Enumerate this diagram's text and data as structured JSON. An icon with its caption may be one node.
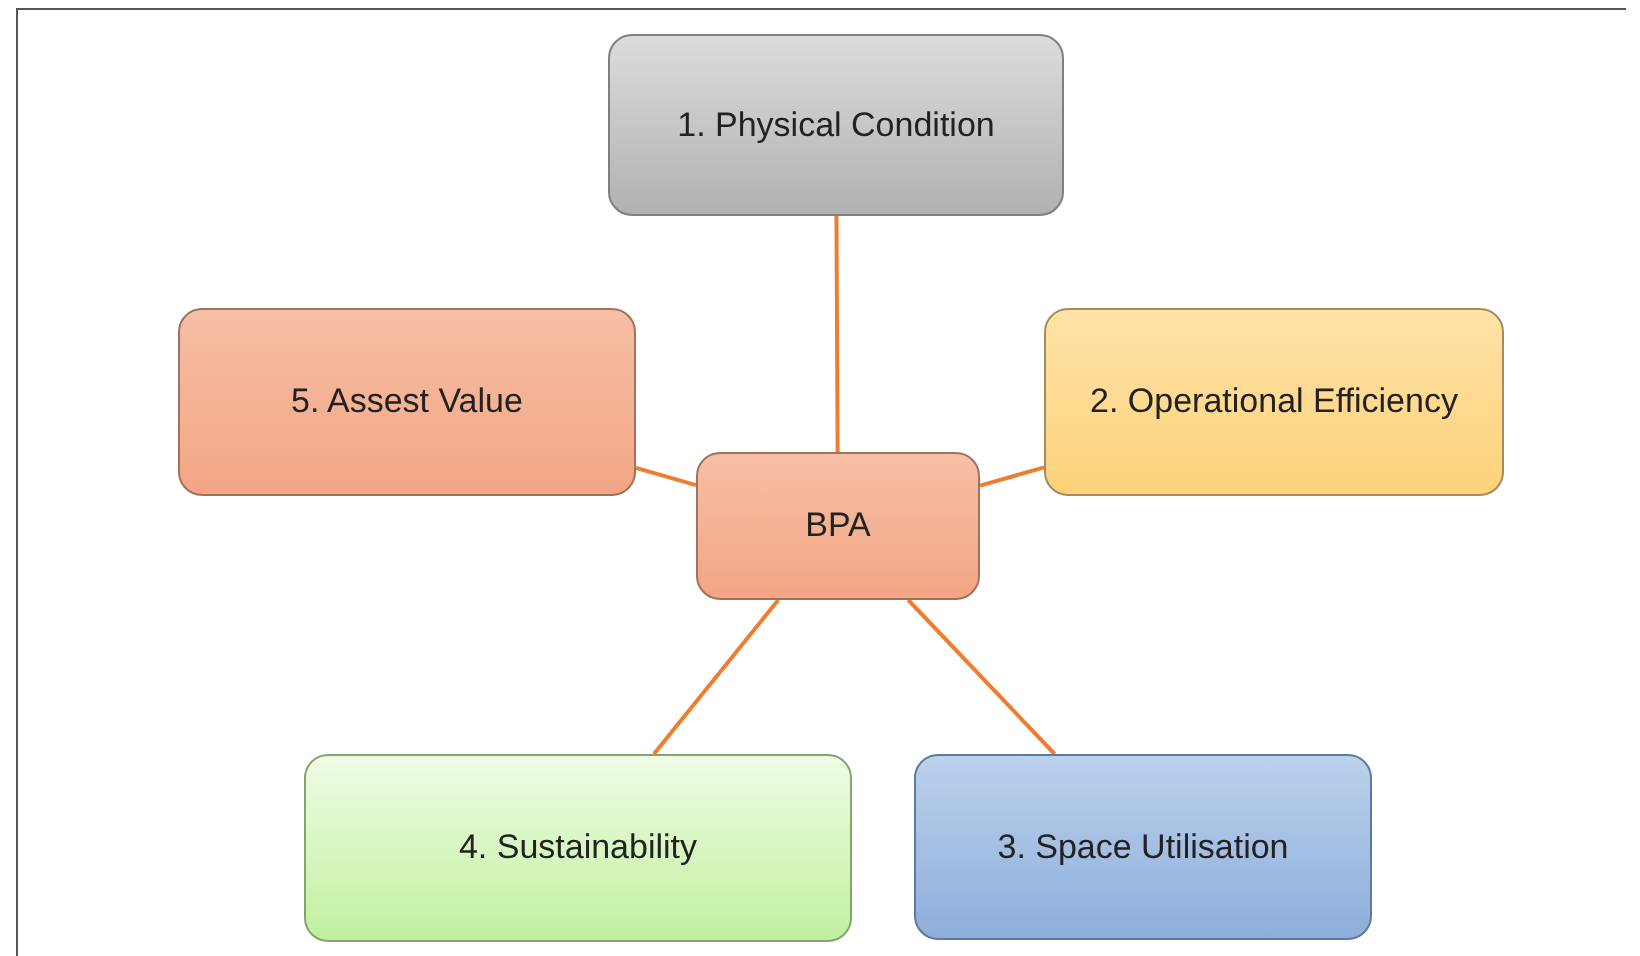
{
  "diagram": {
    "nodes": [
      {
        "text": [
          "1. Physical Condition"
        ]
      },
      {
        "text": [
          "5. Assest Value"
        ]
      },
      {
        "text": [
          "2. Operational Efficiency"
        ]
      },
      {
        "text": [
          "BPA"
        ]
      },
      {
        "text": [
          "4. Sustainability"
        ]
      },
      {
        "text": [
          "3. Space Utilisation"
        ]
      }
    ],
    "edges": [
      {
        "from": 3,
        "to": 0,
        "arrow": "none"
      },
      {
        "from": 3,
        "to": 2,
        "arrow": "none"
      },
      {
        "from": 3,
        "to": 5,
        "arrow": "none"
      },
      {
        "from": 3,
        "to": 4,
        "arrow": "none"
      },
      {
        "from": 3,
        "to": 1,
        "arrow": "none"
      }
    ]
  }
}
